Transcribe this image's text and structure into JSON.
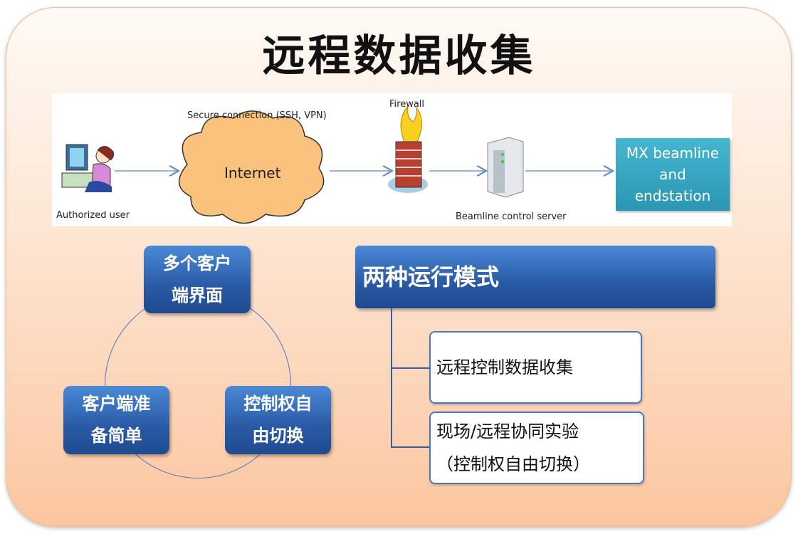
{
  "title": "远程数据收集",
  "network": {
    "secure": "Secure connection (SSH, VPN)",
    "firewall": "Firewall",
    "internet": "Internet",
    "user": "Authorized user",
    "server": "Beamline control server",
    "mx": [
      "MX beamline",
      "and",
      "endstation"
    ]
  },
  "features": [
    "多个客户",
    "端界面",
    "客户端准",
    "备简单",
    "控制权自",
    "由切换"
  ],
  "modes": {
    "header": "两种运行模式",
    "items": [
      "远程控制数据收集",
      "现场/远程协同实验",
      "（控制权自由切换）"
    ]
  }
}
